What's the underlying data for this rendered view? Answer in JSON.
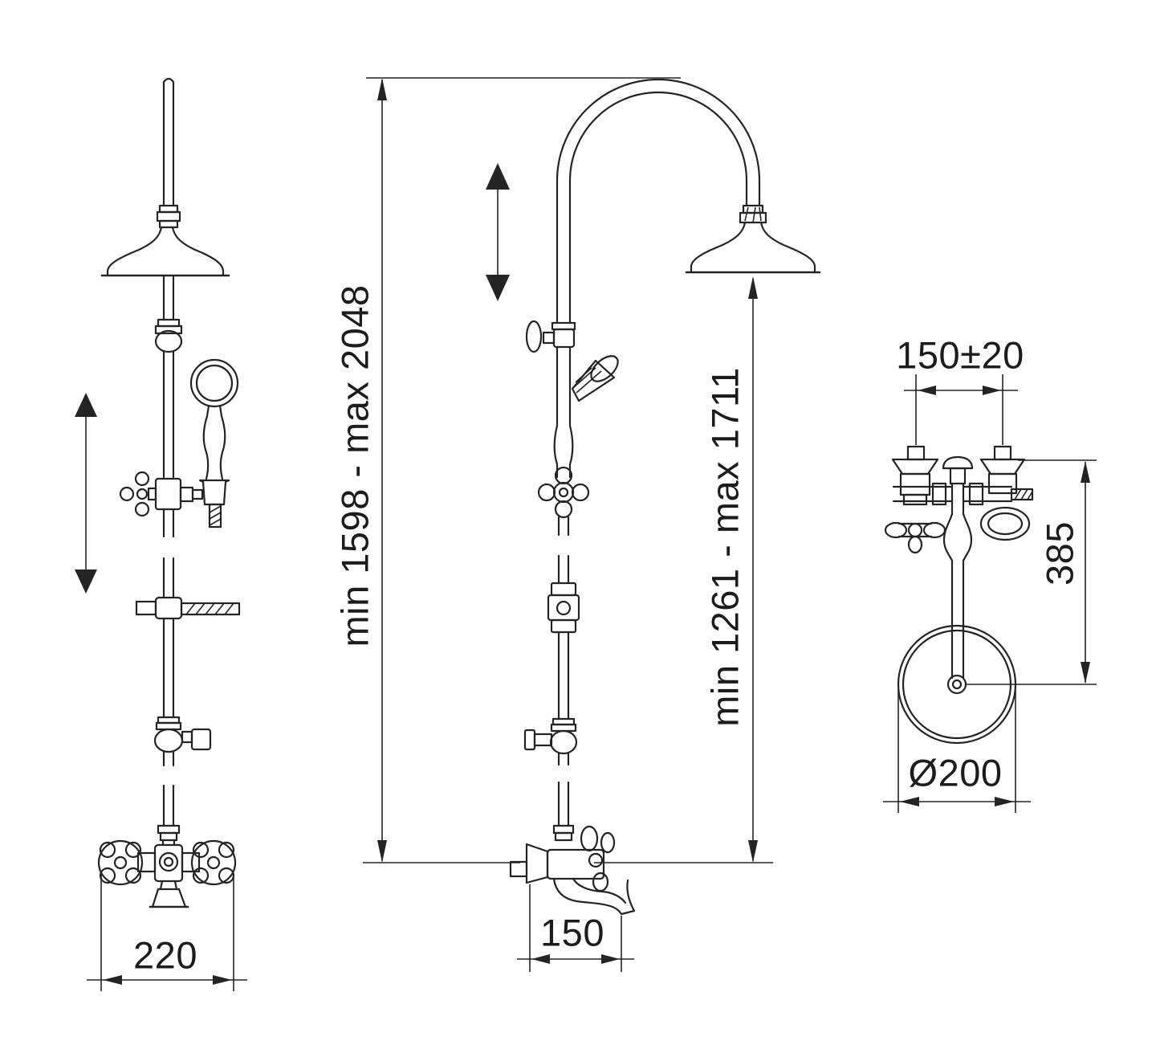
{
  "page": {
    "background": "#ffffff"
  },
  "drawing": {
    "line_color": "#242424",
    "icons": {
      "height_adjustability": "vertical-double-arrow"
    },
    "labels": {
      "overall_height": "min 1598 - max 2048",
      "head_height": "min 1261 - max 1711",
      "faucet_width": "220",
      "spout_reach": "150",
      "connection_spacing": "150±20",
      "wall_offset": "385",
      "head_diameter": "Ø200"
    }
  }
}
